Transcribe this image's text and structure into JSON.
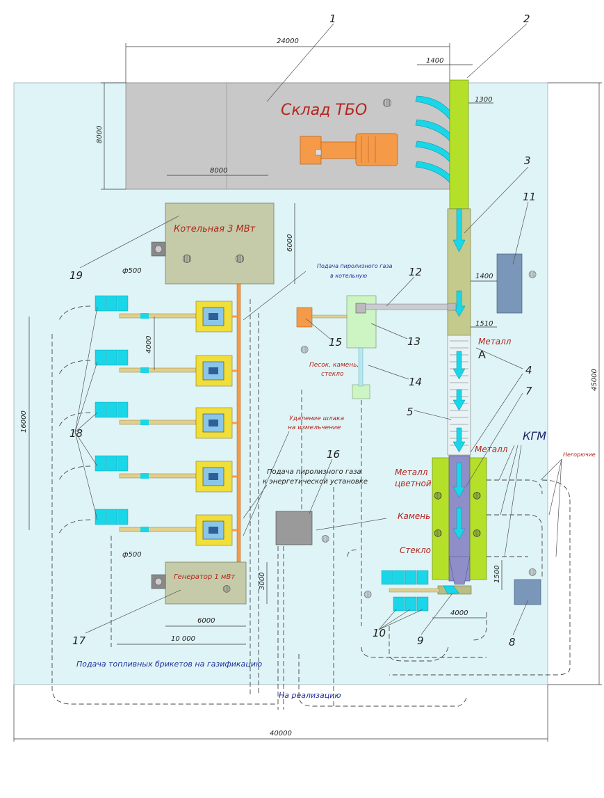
{
  "dimensions": {
    "d24000": "24000",
    "d1400a": "1400",
    "d1300": "1300",
    "d8000v": "8000",
    "d8000h": "8000",
    "d6000v": "6000",
    "d1400b": "1400",
    "d1510": "1510",
    "d4000a": "4000",
    "d16000": "16000",
    "d45000": "45000",
    "d3000": "3000",
    "d6000h": "6000",
    "d10000": "10 000",
    "d1500": "1500",
    "d4000b": "4000",
    "d40000": "40000",
    "d500a": "ф500",
    "d500b": "ф500"
  },
  "labels": {
    "warehouse": "Склад ТБО",
    "boiler": "Котельная 3 МВт",
    "generator": "Генератор 1 мВт",
    "pyro_gas_boiler_l1": "Подача пиролизного газа",
    "pyro_gas_boiler_l2": "в котельную",
    "sand_l1": "Песок, камень,",
    "sand_l2": "стекло",
    "slag_l1": "Удаление шлака",
    "slag_l2": "на измельчение",
    "pyro_gas_power_l1": "Подача пиролизного газа",
    "pyro_gas_power_l2": "к энергетической установке",
    "metal1": "Металл",
    "metal2": "Металл",
    "section_a": "А",
    "kgm": "КГМ",
    "nongorit": "Негорючие",
    "metal_color_l1": "Металл",
    "metal_color_l2": "цветной",
    "stone": "Камень",
    "glass": "Стекло",
    "briquettes": "Подача топливных брикетов на газификацию",
    "sale": "На реализацию"
  },
  "callouts": [
    "1",
    "2",
    "3",
    "11",
    "12",
    "13",
    "15",
    "14",
    "4",
    "7",
    "5",
    "16",
    "18",
    "19",
    "17",
    "10",
    "9",
    "8"
  ],
  "colors": {
    "site": "#dff4f6",
    "warehouse": "#c8c8c8",
    "boiler": "#c5cba8",
    "conveyor_green": "#b5e02a",
    "conveyor_olive": "#c4c98c",
    "cyan": "#19d6e8",
    "blue_box": "#7a96b8",
    "orange": "#f59a48",
    "lightgreen": "#cdf5c4",
    "purple": "#8f8ec9"
  }
}
